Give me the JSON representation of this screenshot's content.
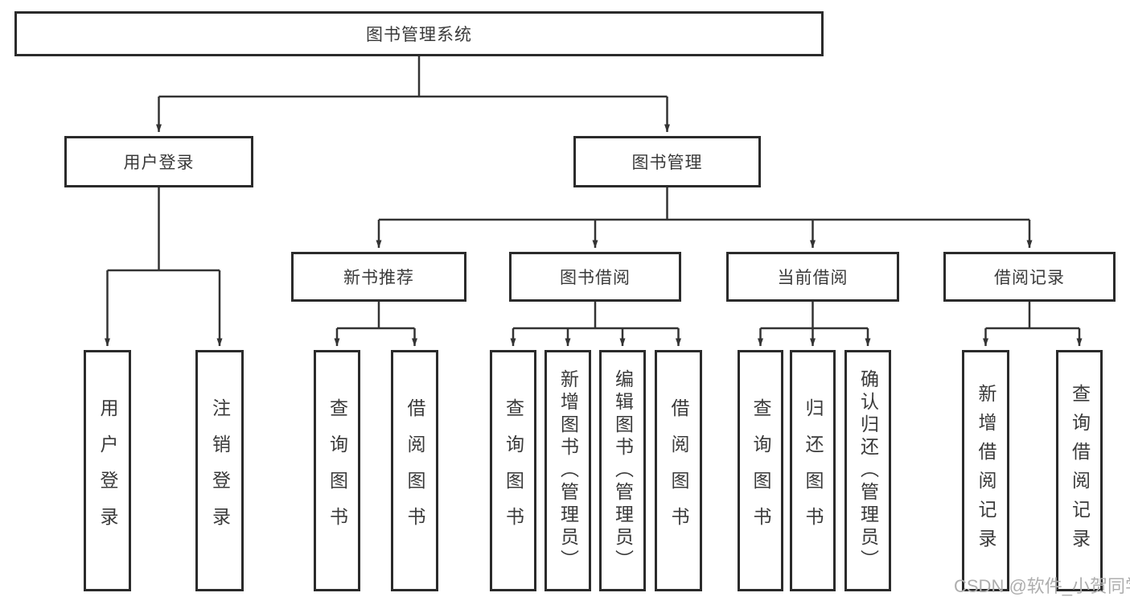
{
  "tree": {
    "label": "图书管理系统",
    "children": [
      {
        "label": "用户登录",
        "children": [
          {
            "label": "用户登录"
          },
          {
            "label": "注销登录"
          }
        ]
      },
      {
        "label": "图书管理",
        "children": [
          {
            "label": "新书推荐",
            "children": [
              {
                "label": "查询图书"
              },
              {
                "label": "借阅图书"
              }
            ]
          },
          {
            "label": "图书借阅",
            "children": [
              {
                "label": "查询图书"
              },
              {
                "label": "新增图书（管理员）"
              },
              {
                "label": "编辑图书（管理员）"
              },
              {
                "label": "借阅图书"
              }
            ]
          },
          {
            "label": "当前借阅",
            "children": [
              {
                "label": "查询图书"
              },
              {
                "label": "归还图书"
              },
              {
                "label": "确认归还（管理员）"
              }
            ]
          },
          {
            "label": "借阅记录",
            "children": [
              {
                "label": "新增借阅记录"
              },
              {
                "label": "查询借阅记录"
              }
            ]
          }
        ]
      }
    ]
  },
  "watermark": "CSDN @软件_小贺同学",
  "colors": {
    "line": "#333333",
    "box_border": "#2b2b2b",
    "text": "#3a3a3a",
    "watermark": "#aeaeae"
  }
}
